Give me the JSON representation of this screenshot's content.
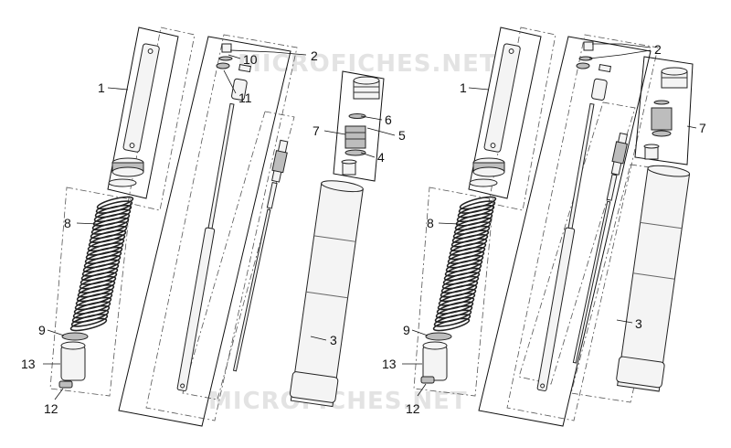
{
  "watermark": {
    "text": "MICROFICHES.NET"
  },
  "left_view": {
    "callouts": [
      "1",
      "2",
      "3",
      "4",
      "5",
      "6",
      "7",
      "8",
      "9",
      "10",
      "11",
      "12",
      "13"
    ]
  },
  "right_view": {
    "callouts": [
      "1",
      "2",
      "3",
      "7",
      "8",
      "9",
      "12",
      "13"
    ]
  }
}
